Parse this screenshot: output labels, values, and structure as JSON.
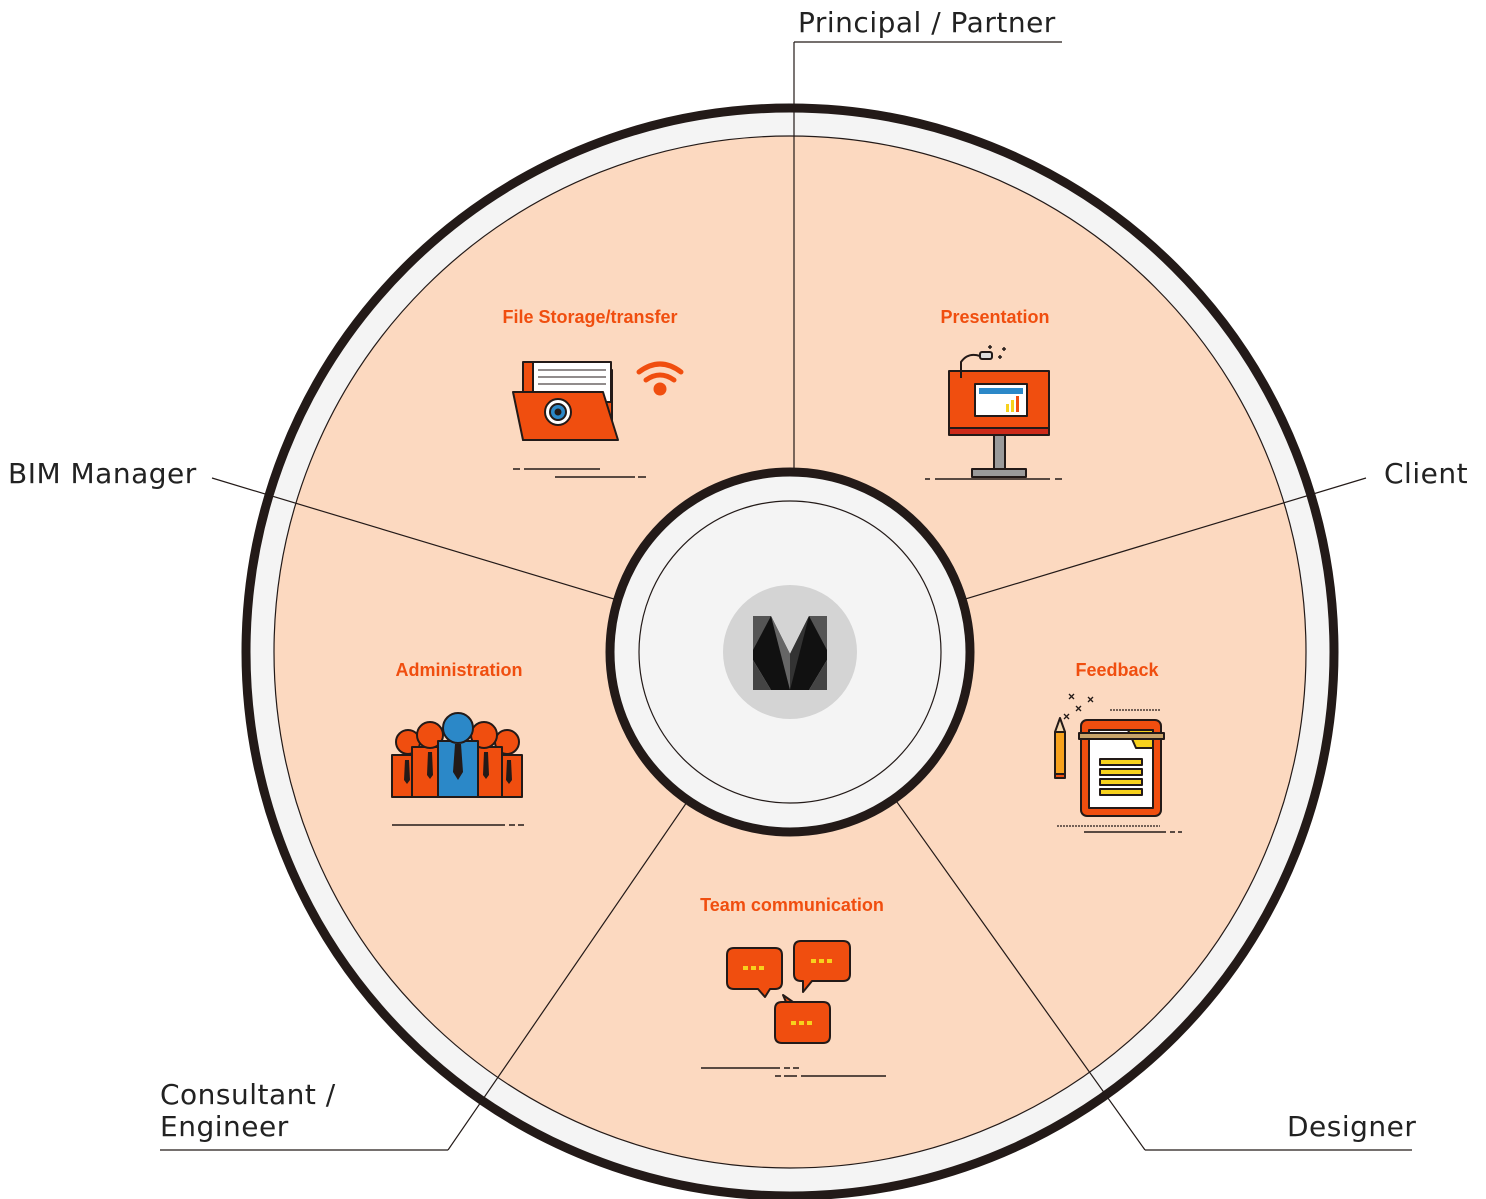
{
  "colors": {
    "segment_fill": "#fcd9c0",
    "accent": "#f04e0f",
    "ring_dark": "#231a18",
    "ring_light": "#f4f4f4",
    "logo_bg": "#d4d4d4",
    "person_blue": "#2b88c8",
    "note_yellow": "#f7d11d"
  },
  "roles": {
    "top": "Principal / Partner",
    "left": "BIM Manager",
    "right": "Client",
    "bottom_left_line1": "Consultant /",
    "bottom_left_line2": "Engineer",
    "bottom_right": "Designer"
  },
  "segments": {
    "file_storage": {
      "label": "File Storage/transfer",
      "icon": "folder-wifi-icon"
    },
    "presentation": {
      "label": "Presentation",
      "icon": "presentation-board-icon"
    },
    "administration": {
      "label": "Administration",
      "icon": "team-people-icon"
    },
    "feedback": {
      "label": "Feedback",
      "icon": "clipboard-pencil-icon"
    },
    "team_communication": {
      "label": "Team communication",
      "icon": "chat-bubbles-icon"
    }
  },
  "center": {
    "icon": "m-logo-icon"
  }
}
